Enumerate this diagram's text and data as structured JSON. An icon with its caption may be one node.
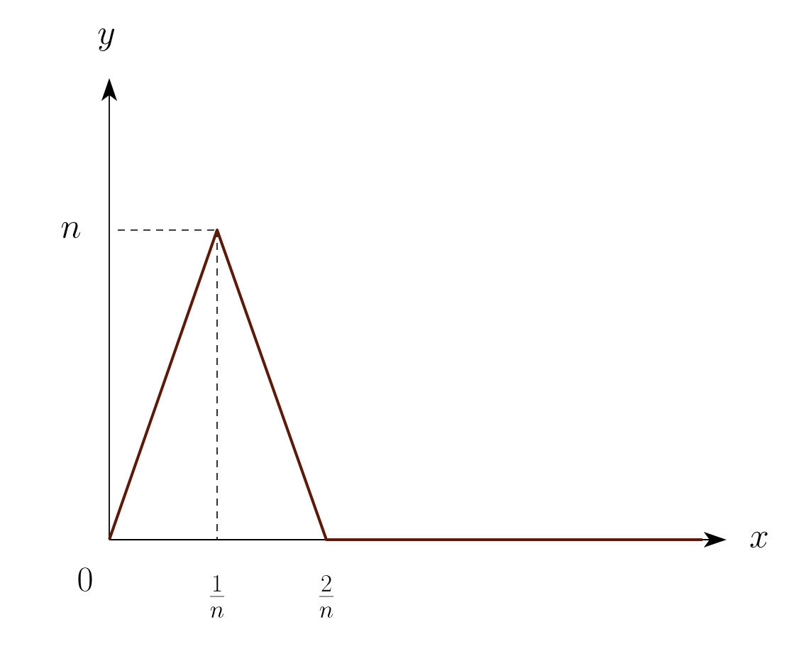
{
  "diagram": {
    "labels": [
      "y",
      "n",
      "x",
      "0",
      "\\frac{1}{n}",
      "\\frac{2}{n}"
    ]
  }
}
